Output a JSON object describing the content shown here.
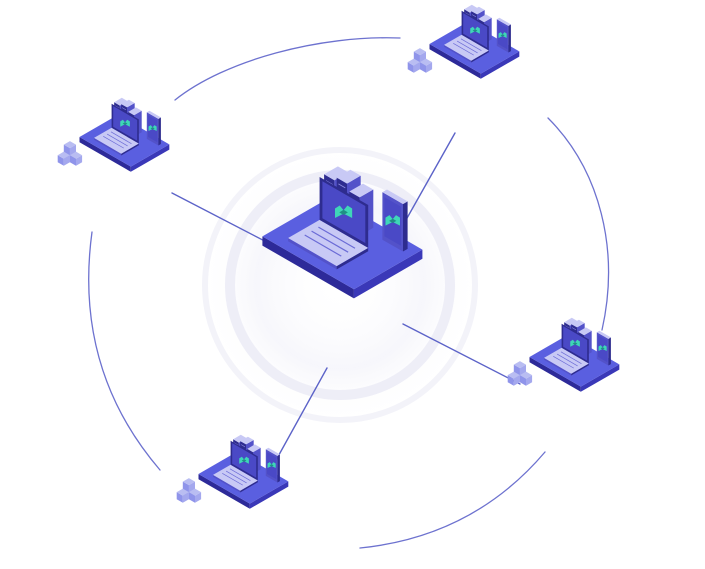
{
  "diagram": {
    "kind": "network-topology",
    "hub": {
      "name": "central-server-node",
      "icon": "logo-m-icon"
    },
    "satellites": [
      {
        "name": "node-top-left",
        "icon": "logo-m-icon"
      },
      {
        "name": "node-top-right",
        "icon": "logo-m-icon"
      },
      {
        "name": "node-bottom-right",
        "icon": "logo-m-icon"
      },
      {
        "name": "node-bottom-left",
        "icon": "logo-m-icon"
      }
    ],
    "colors": {
      "platform_top": "#5a5fe0",
      "platform_side": "#3a38b8",
      "platform_front": "#2d2a99",
      "device_dark": "#2e2c8f",
      "device_mid": "#5352c9",
      "device_light": "#c8c9f5",
      "screen": "#4a49c6",
      "accent_logo": "#3fd6b8",
      "cube_light": "#b9bdf2",
      "cube_mid": "#8f94ea",
      "ring_line": "#6d72cf",
      "connector": "#5c63c8",
      "halo": "#ececf6"
    }
  }
}
